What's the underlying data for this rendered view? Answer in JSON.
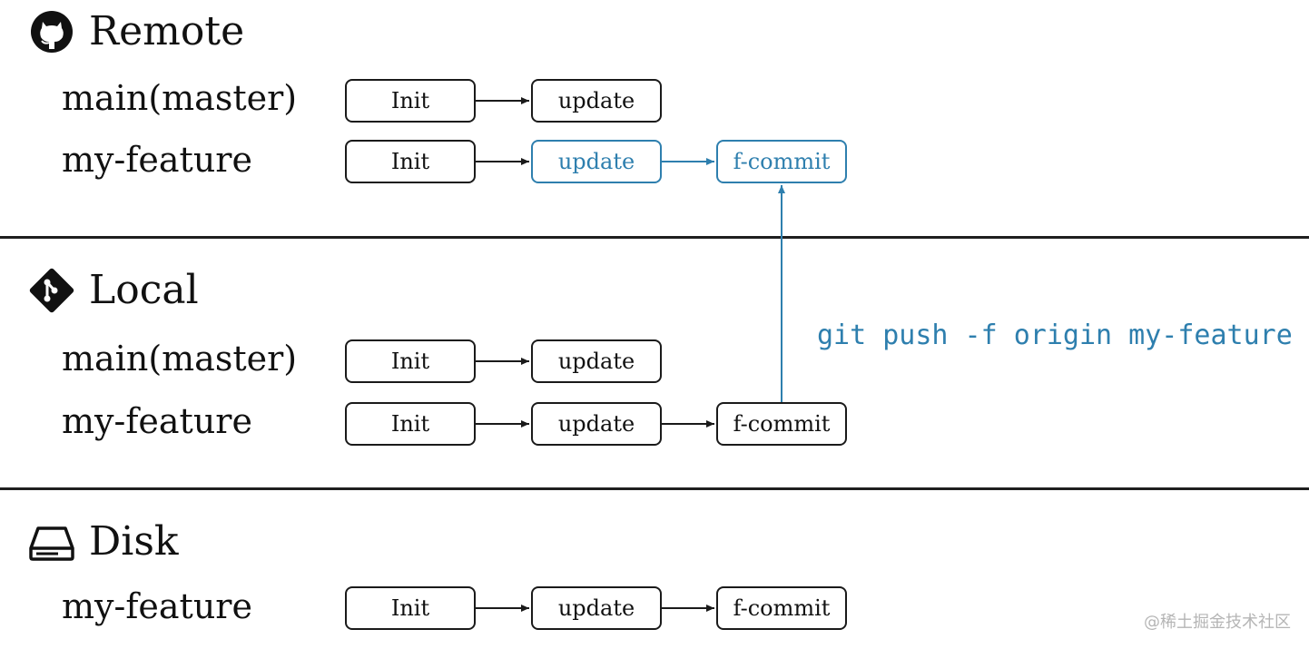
{
  "sections": {
    "remote": {
      "title": "Remote",
      "icon": "github-icon"
    },
    "local": {
      "title": "Local",
      "icon": "git-icon"
    },
    "disk": {
      "title": "Disk",
      "icon": "disk-drive-icon"
    }
  },
  "rows": {
    "remote_main": {
      "branch": "main(master)",
      "commits": [
        "Init",
        "update"
      ]
    },
    "remote_feature": {
      "branch": "my-feature",
      "commits": [
        "Init",
        "update",
        "f-commit"
      ]
    },
    "local_main": {
      "branch": "main(master)",
      "commits": [
        "Init",
        "update"
      ]
    },
    "local_feature": {
      "branch": "my-feature",
      "commits": [
        "Init",
        "update",
        "f-commit"
      ]
    },
    "disk_feature": {
      "branch": "my-feature",
      "commits": [
        "Init",
        "update",
        "f-commit"
      ]
    }
  },
  "command": "git push -f origin my-feature",
  "watermark": "@稀土掘金技术社区",
  "colors": {
    "highlight": "#2e7fae",
    "ink": "#1a1a1a"
  }
}
